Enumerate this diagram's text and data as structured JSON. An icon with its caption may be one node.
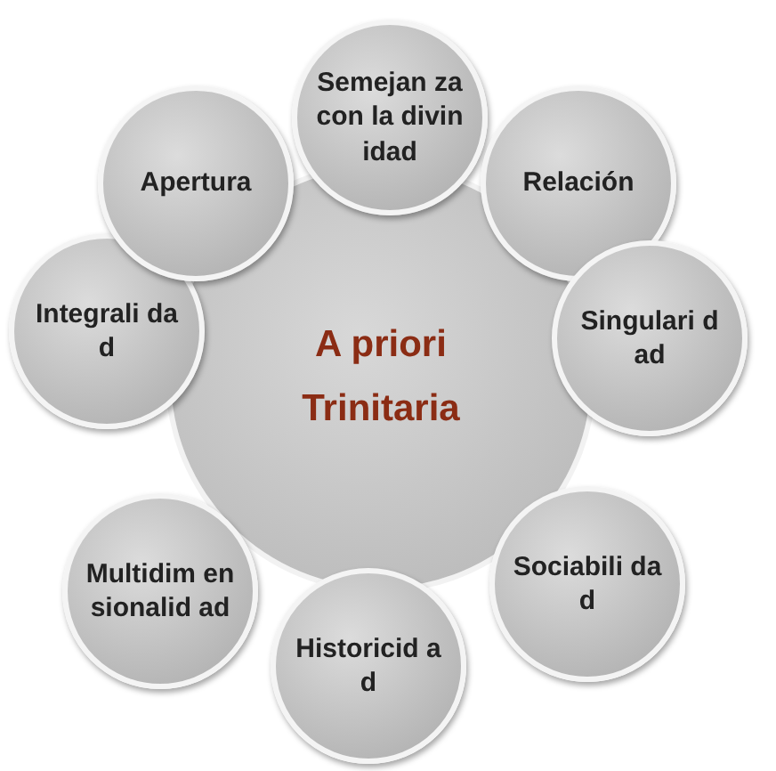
{
  "diagram": {
    "nodes": [
      {
        "text": [
          "A priori Trinitaria"
        ]
      },
      {
        "text": [
          "Semejan za con la divinidad"
        ]
      },
      {
        "text": [
          "Relación"
        ]
      },
      {
        "text": [
          "Singulari dad"
        ]
      },
      {
        "text": [
          "Sociabili dad"
        ]
      },
      {
        "text": [
          "Historicid ad"
        ]
      },
      {
        "text": [
          "Multidim ensionalid ad"
        ]
      },
      {
        "text": [
          "Integrali dad"
        ]
      },
      {
        "text": [
          "Apertura"
        ]
      }
    ]
  }
}
